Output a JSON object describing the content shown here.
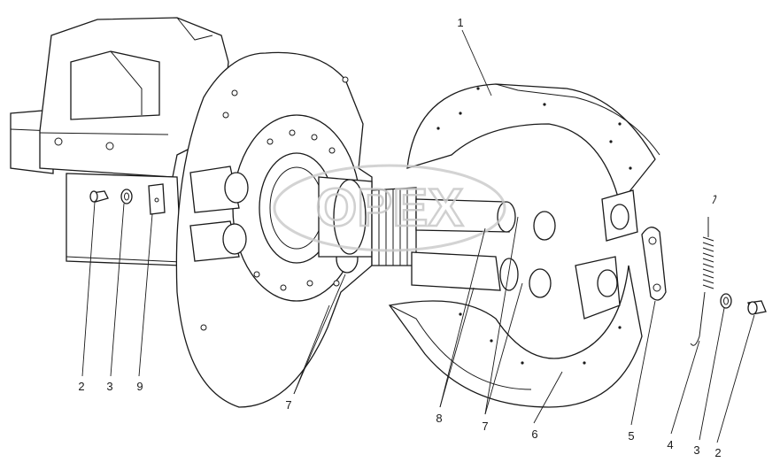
{
  "callouts": {
    "c1": "1",
    "c2_left": "2",
    "c3_left": "3",
    "c9": "9",
    "c7_left": "7",
    "c8": "8",
    "c7_right": "7",
    "c6": "6",
    "c5": "5",
    "c4": "4",
    "c3_right": "3",
    "c2_right": "2"
  },
  "watermark_text": "OPEX",
  "colors": {
    "line": "#1a1a1a",
    "watermark": "#c8c8c8",
    "background": "#ffffff"
  }
}
